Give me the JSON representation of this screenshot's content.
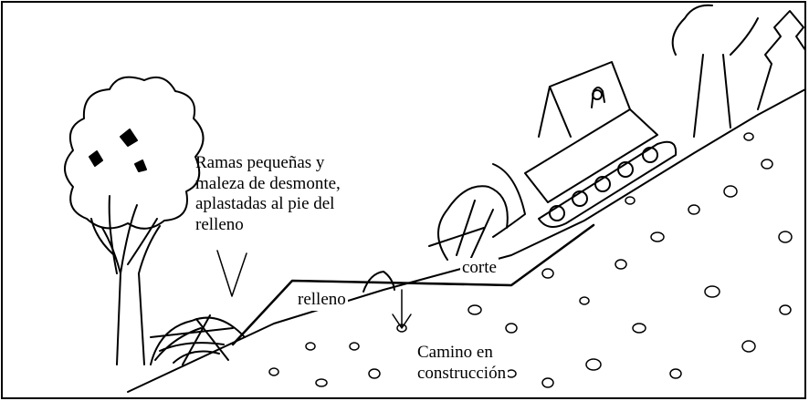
{
  "labels": {
    "ramas": [
      "Ramas pequeñas y",
      "maleza de desmonte,",
      "aplastadas al pie del",
      "relleno"
    ],
    "corte": "corte",
    "relleno": "relleno",
    "camino": [
      "Camino en",
      "construcción"
    ]
  },
  "colors": {
    "ink": "#000000",
    "paper": "#ffffff"
  }
}
